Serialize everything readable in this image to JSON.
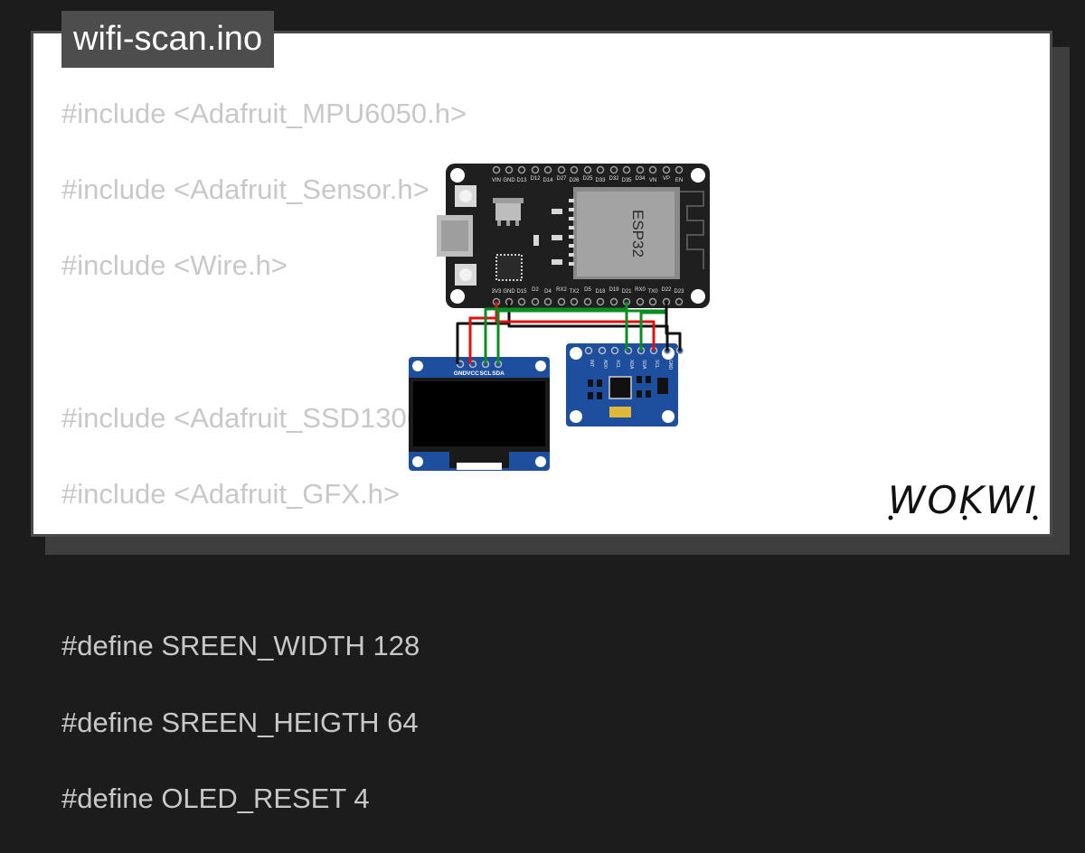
{
  "file": {
    "name": "wifi-scan.ino"
  },
  "code_lines": [
    "#include <Adafruit_MPU6050.h>",
    "#include <Adafruit_Sensor.h>",
    "#include <Wire.h>",
    "",
    "#include <Adafruit_SSD1306.h>",
    "#include <Adafruit_GFX.h>",
    "",
    "#define SREEN_WIDTH 128",
    "#define SREEN_HEIGTH 64",
    "#define OLED_RESET 4"
  ],
  "esp32": {
    "chip_label": "ESP32",
    "top_pins": [
      "VIN",
      "GND",
      "D13",
      "D12",
      "D14",
      "D27",
      "D26",
      "D25",
      "D33",
      "D32",
      "D35",
      "D34",
      "VN",
      "VP",
      "EN"
    ],
    "bottom_pins": [
      "3V3",
      "GND",
      "D15",
      "D2",
      "D4",
      "RX2",
      "TX2",
      "D5",
      "D18",
      "D19",
      "D21",
      "RX0",
      "TX0",
      "D22",
      "D23"
    ]
  },
  "oled": {
    "pins": [
      "GND",
      "VCC",
      "SCL",
      "SDA"
    ]
  },
  "mpu": {
    "pins": [
      "INT",
      "AD0",
      "XCL",
      "XDA",
      "SDA",
      "SCL",
      "GND",
      "VCC"
    ]
  },
  "logo": {
    "text": "WOKWI"
  },
  "colors": {
    "background": "#1c1c1c",
    "card": "#ffffff",
    "code_text": "#c8c8c8",
    "board_black": "#1f1f1f",
    "module_blue": "#1e4f9e",
    "wire_red": "#e01010",
    "wire_green": "#0a8c22",
    "wire_black": "#111111"
  }
}
